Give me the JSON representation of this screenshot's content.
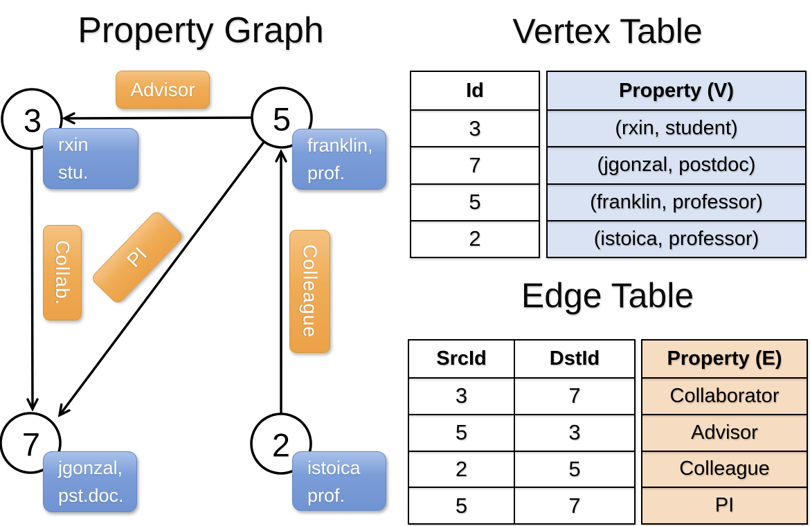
{
  "graph": {
    "title": "Property Graph",
    "nodes": {
      "n3": "3",
      "n5": "5",
      "n7": "7",
      "n2": "2"
    },
    "vertex_labels": {
      "rxin": {
        "line1": "rxin",
        "line2": "stu."
      },
      "franklin": {
        "line1": "franklin,",
        "line2": "prof."
      },
      "jgonzal": {
        "line1": "jgonzal,",
        "line2": "pst.doc."
      },
      "istoica": {
        "line1": "istoica",
        "line2": "prof."
      }
    },
    "edge_labels": {
      "advisor": "Advisor",
      "collab": "Collab.",
      "pi": "PI",
      "colleague": "Colleague"
    }
  },
  "vertex_table": {
    "title": "Vertex Table",
    "columns": [
      "Id",
      "Property (V)"
    ],
    "rows": [
      [
        "3",
        "(rxin, student)"
      ],
      [
        "7",
        "(jgonzal, postdoc)"
      ],
      [
        "5",
        "(franklin, professor)"
      ],
      [
        "2",
        "(istoica, professor)"
      ]
    ]
  },
  "edge_table": {
    "title": "Edge Table",
    "columns": [
      "SrcId",
      "DstId",
      "Property (E)"
    ],
    "rows": [
      [
        "3",
        "7",
        "Collaborator"
      ],
      [
        "5",
        "3",
        "Advisor"
      ],
      [
        "2",
        "5",
        "Colleague"
      ],
      [
        "5",
        "7",
        "PI"
      ]
    ]
  },
  "colors": {
    "edge_label_orange": "#F0A74E",
    "vertex_label_blue": "#7D9ED8",
    "vertex_table_fill": "#DAE3F3",
    "edge_table_fill": "#F6DCC1",
    "line_black": "#000000"
  }
}
